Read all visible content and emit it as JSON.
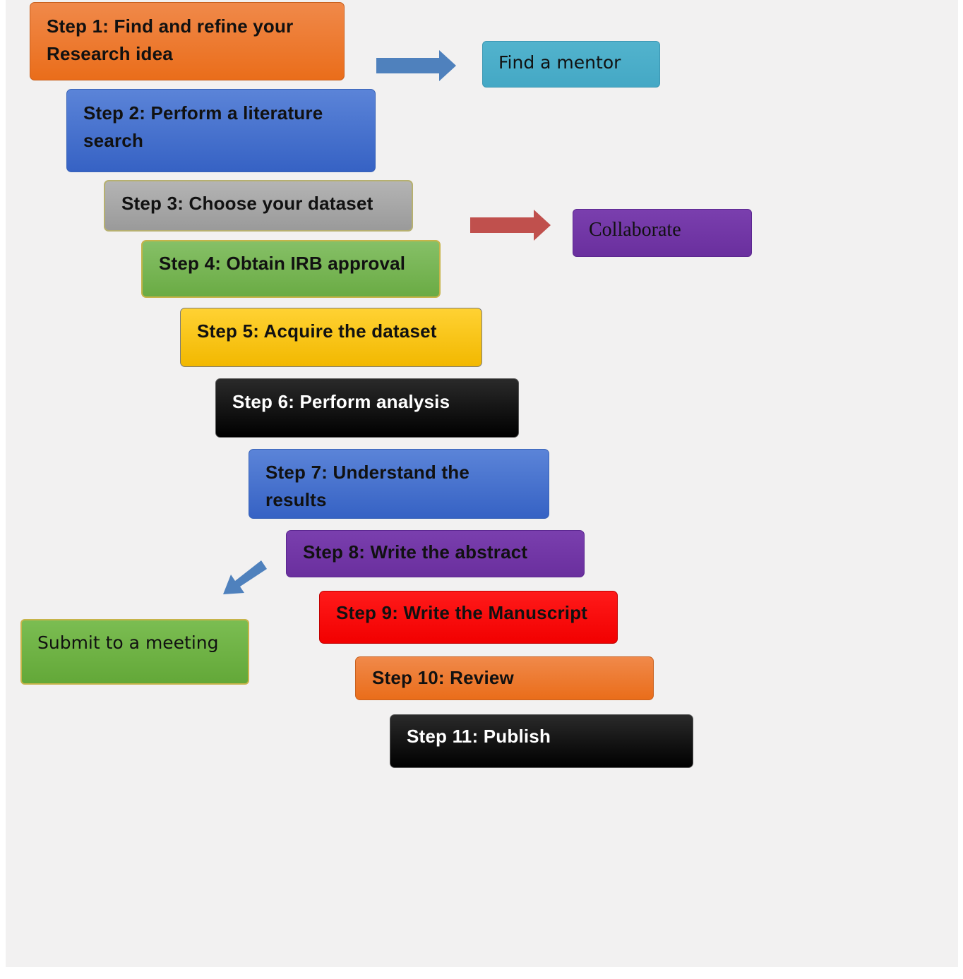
{
  "steps": [
    {
      "label": "Step 1: Find and refine your Research idea"
    },
    {
      "label": "Step 2: Perform a literature search"
    },
    {
      "label": "Step 3: Choose your dataset"
    },
    {
      "label": "Step 4: Obtain IRB approval"
    },
    {
      "label": "Step 5: Acquire the dataset"
    },
    {
      "label": "Step 6: Perform analysis"
    },
    {
      "label": "Step 7: Understand the results"
    },
    {
      "label": "Step 8: Write the abstract"
    },
    {
      "label": "Step 9: Write the Manuscript"
    },
    {
      "label": "Step 10: Review"
    },
    {
      "label": "Step 11: Publish"
    }
  ],
  "side_notes": {
    "mentor": "Find a mentor",
    "collaborate": "Collaborate",
    "meeting": "Submit to a meeting"
  },
  "colors": {
    "orange": "#ec7a2e",
    "blue": "#4472c4",
    "gray": "#a5a5a5",
    "green": "#70ad47",
    "yellow": "#ffc000",
    "black": "#000000",
    "purple": "#7030a0",
    "red": "#ff0000",
    "teal": "#4bacc6",
    "arrow_blue": "#4f81bd",
    "arrow_red": "#c0504d"
  }
}
